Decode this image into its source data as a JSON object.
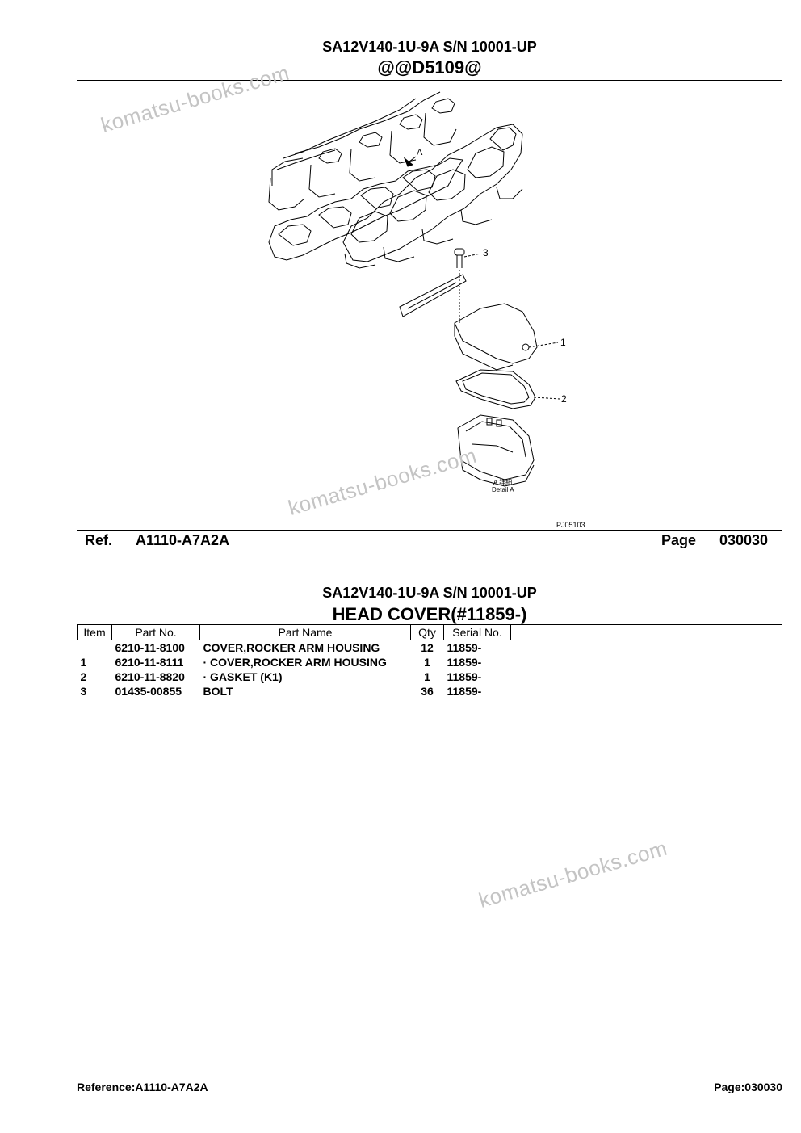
{
  "header": {
    "model": "SA12V140-1U-9A S/N 10001-UP",
    "code": "@@D5109@"
  },
  "diagram": {
    "callouts": [
      "1",
      "2",
      "3"
    ],
    "small_labels": [
      "A  詳細",
      "Detail A"
    ],
    "figure_code": "PJ05103",
    "arrow_label": "A"
  },
  "ref_line": {
    "ref_label": "Ref.",
    "ref_value": "A1110-A7A2A",
    "page_label": "Page",
    "page_value": "030030"
  },
  "section": {
    "model": "SA12V140-1U-9A S/N 10001-UP",
    "title": "HEAD COVER(#11859-)"
  },
  "table": {
    "headers": [
      "Item",
      "Part No.",
      "Part Name",
      "Qty",
      "Serial No."
    ],
    "rows": [
      {
        "item": "",
        "part_no": "6210-11-8100",
        "name": "COVER,ROCKER ARM HOUSING",
        "qty": "12",
        "serial": "11859-"
      },
      {
        "item": "1",
        "part_no": "6210-11-8111",
        "name": "·  COVER,ROCKER ARM HOUSING",
        "qty": "1",
        "serial": "11859-"
      },
      {
        "item": "2",
        "part_no": "6210-11-8820",
        "name": "·  GASKET (K1)",
        "qty": "1",
        "serial": "11859-"
      },
      {
        "item": "3",
        "part_no": "01435-00855",
        "name": "BOLT",
        "qty": "36",
        "serial": "11859-"
      }
    ]
  },
  "watermark": "komatsu-books.com",
  "footer": {
    "reference": "Reference:A1110-A7A2A",
    "page": "Page:030030"
  }
}
